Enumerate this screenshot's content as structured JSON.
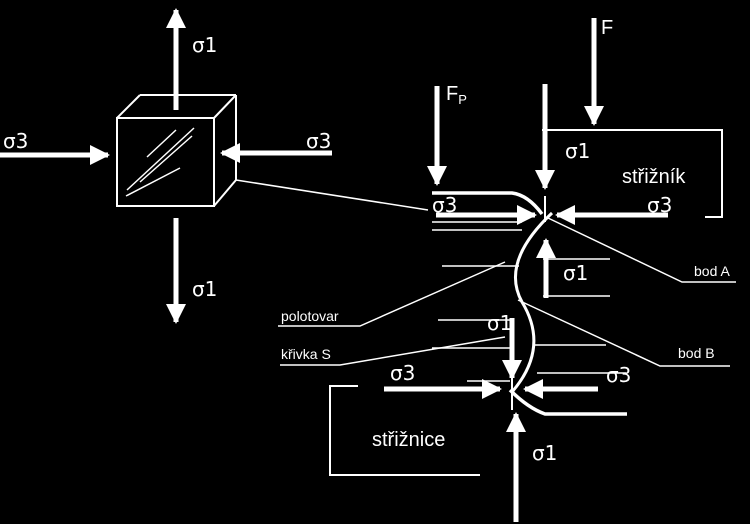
{
  "colors": {
    "background": "#000000",
    "foreground": "#ffffff"
  },
  "labels": {
    "sigma1_cube_top": "σ1",
    "sigma1_cube_bottom": "σ1",
    "sigma3_cube_left": "σ3",
    "sigma3_cube_right": "σ3",
    "force_f": "F",
    "force_fp": "F",
    "force_fp_sub": "P",
    "punch": "střižník",
    "die": "střižnice",
    "sigma1_punch_tip": "σ1",
    "sigma3_punch_left": "σ3",
    "sigma3_punch_right": "σ3",
    "sigma1_mid": "σ1",
    "sigma1_die_top": "σ1",
    "sigma3_die_left": "σ3",
    "sigma3_die_right": "σ3",
    "sigma1_die_bottom": "σ1",
    "point_a": "bod A",
    "point_b": "bod B",
    "workpiece": "polotovar",
    "curve_s": "křivka S"
  },
  "icons": {
    "stress_cube": "cube-element-icon",
    "arrow": "arrow-icon"
  }
}
